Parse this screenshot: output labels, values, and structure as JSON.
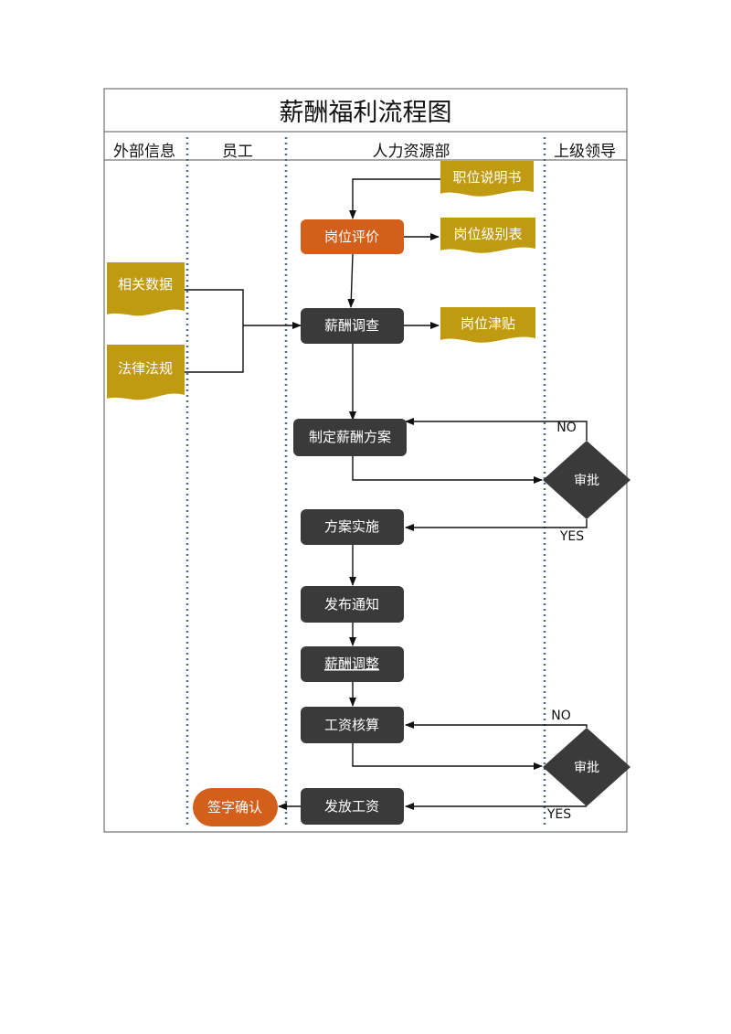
{
  "title": "薪酬福利流程图",
  "lanes": [
    "外部信息",
    "员工",
    "人力资源部",
    "上级领导"
  ],
  "nodes": {
    "job_description": "职位说明书",
    "job_evaluation": "岗位评价",
    "job_grade_table": "岗位级别表",
    "related_data": "相关数据",
    "laws": "法律法规",
    "salary_survey": "薪酬调查",
    "post_allowance": "岗位津贴",
    "salary_plan": "制定薪酬方案",
    "approve_1": "审批",
    "plan_implement": "方案实施",
    "publish_notice": "发布通知",
    "salary_adjust": "薪酬调整",
    "payroll_calc": "工资核算",
    "approve_2": "审批",
    "pay_salary": "发放工资",
    "sign_confirm": "签字确认"
  },
  "labels": {
    "no_1": "NO",
    "yes_1": "YES",
    "no_2": "NO",
    "yes_2": "YES"
  },
  "colors": {
    "process_dark": "#3a3a3a",
    "process_orange": "#d35f1a",
    "document_gold": "#c09a10",
    "lane_divider": "#4f6d8a",
    "border": "#555555"
  }
}
